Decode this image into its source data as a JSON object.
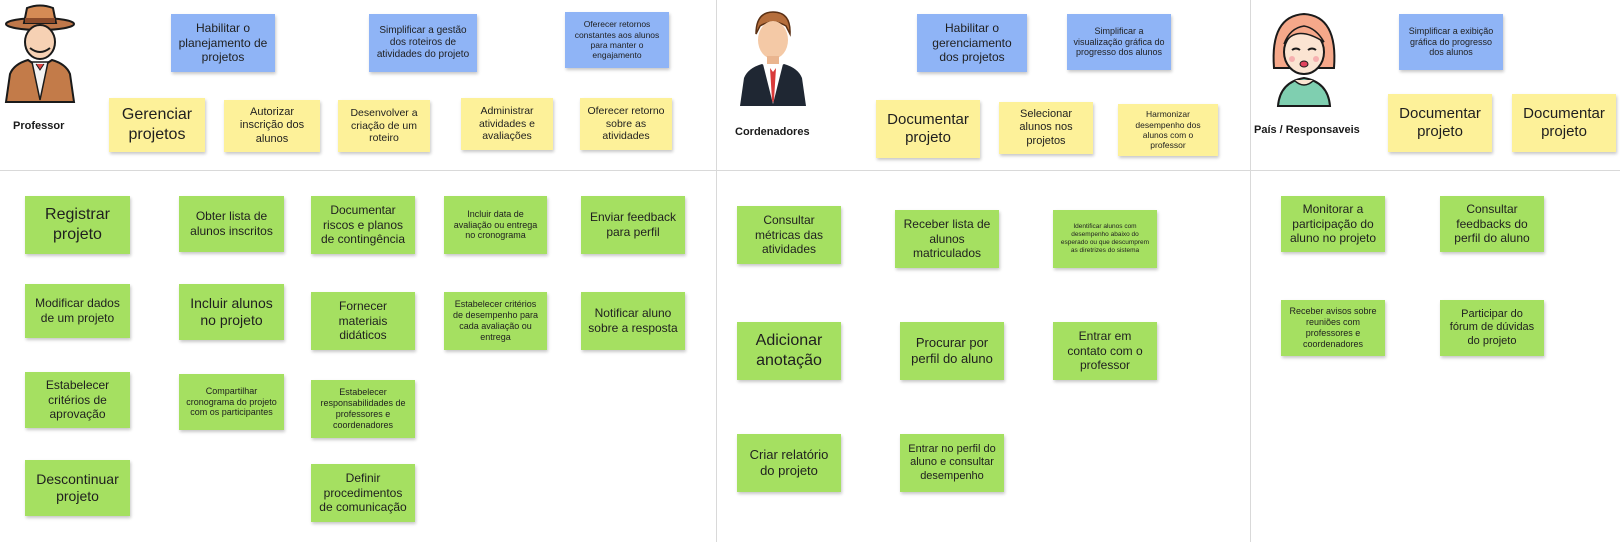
{
  "personas": {
    "professor": "Professor",
    "coordenadores": "Cordenadores",
    "pais": "País / Responsaveis"
  },
  "avatars": {
    "professor": "cowboy-professor-icon",
    "coordenadores": "businessman-icon",
    "pais": "woman-icon"
  },
  "notes": {
    "prof_goal_1": "Habilitar o planejamento de projetos",
    "prof_goal_2": "Simplificar a gestão dos roteiros de atividades do projeto",
    "prof_goal_3": "Oferecer retornos constantes aos alunos para manter o engajamento",
    "prof_act_1": "Gerenciar projetos",
    "prof_act_2": "Autorizar inscrição dos alunos",
    "prof_act_3": "Desenvolver a criação de um roteiro",
    "prof_act_4": "Administrar atividades e avaliações",
    "prof_act_5": "Oferecer retorno sobre as atividades",
    "prof_task_1": "Registrar projeto",
    "prof_task_2": "Modificar dados de um projeto",
    "prof_task_3": "Estabelecer critérios de aprovação",
    "prof_task_4": "Descontinuar projeto",
    "prof_task_5": "Obter lista de alunos inscritos",
    "prof_task_6": "Incluir alunos no projeto",
    "prof_task_7": "Compartilhar cronograma do projeto com os participantes",
    "prof_task_8": "Documentar riscos e planos de contingência",
    "prof_task_9": "Fornecer materiais didáticos",
    "prof_task_10": "Estabelecer responsabilidades de professores e coordenadores",
    "prof_task_11": "Definir procedimentos de comunicação",
    "prof_task_12": "Incluir data de avaliação ou entrega no cronograma",
    "prof_task_13": "Estabelecer critérios de desempenho para cada avaliação ou entrega",
    "prof_task_14": "Enviar feedback para perfil",
    "prof_task_15": "Notificar aluno sobre a resposta",
    "coord_goal_1": "Habilitar o gerenciamento dos projetos",
    "coord_goal_2": "Simplificar a visualização gráfica do progresso dos alunos",
    "coord_act_1": "Documentar projeto",
    "coord_act_2": "Selecionar alunos nos projetos",
    "coord_act_3": "Harmonizar desempenho dos alunos com o professor",
    "coord_task_1": "Consultar métricas das atividades",
    "coord_task_2": "Adicionar anotação",
    "coord_task_3": "Criar relatório do projeto",
    "coord_task_4": "Receber lista de alunos matriculados",
    "coord_task_5": "Procurar por perfil do aluno",
    "coord_task_6": "Entrar no perfil do aluno e consultar desempenho",
    "coord_task_7": "Identificar alunos com desempenho abaixo do esperado ou que descumprem as diretrizes do sistema",
    "coord_task_8": "Entrar em contato com o professor",
    "pais_goal_1": "Simplificar a exibição gráfica do progresso dos alunos",
    "pais_act_1": "Documentar projeto",
    "pais_act_2": "Documentar projeto",
    "pais_task_1": "Monitorar a participação do aluno no projeto",
    "pais_task_2": "Receber avisos sobre reuniões com professores e coordenadores",
    "pais_task_3": "Consultar feedbacks do perfil do aluno",
    "pais_task_4": "Participar do fórum de dúvidas do projeto"
  },
  "colors": {
    "goal": "#8fb4f6",
    "activity": "#fdf199",
    "task": "#a5e061",
    "divider": "#d9d9d9"
  }
}
